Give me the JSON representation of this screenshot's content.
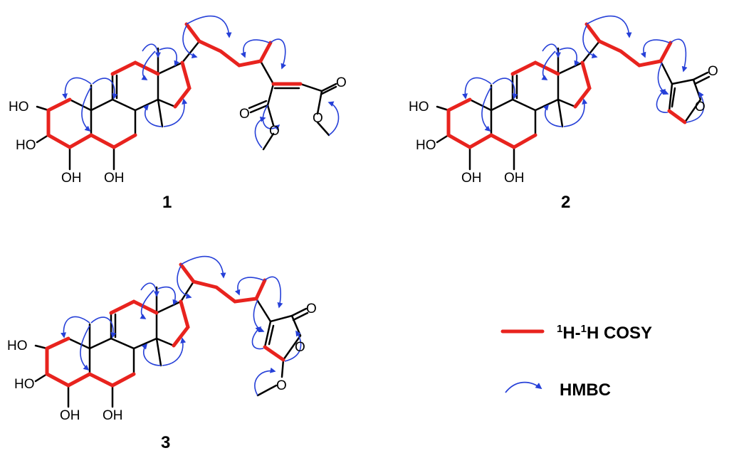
{
  "compounds": [
    {
      "label": "1",
      "atoms": {
        "oh1": "HO",
        "oh2": "HO",
        "oh3": "OH",
        "oh4": "OH",
        "o1": "O",
        "o2": "O",
        "o3": "O",
        "o4": "O"
      }
    },
    {
      "label": "2",
      "atoms": {
        "oh1": "HO",
        "oh2": "HO",
        "oh3": "OH",
        "oh4": "OH",
        "o1": "O",
        "o2": "O"
      }
    },
    {
      "label": "3",
      "atoms": {
        "oh1": "HO",
        "oh2": "HO",
        "oh3": "OH",
        "oh4": "OH",
        "o1": "O",
        "o2": "O",
        "o3": "O"
      }
    }
  ],
  "legend": {
    "cosy": {
      "sup1": "1",
      "h1": "H-",
      "sup2": "1",
      "h2": "H COSY"
    },
    "hmbc": {
      "label": "HMBC"
    }
  },
  "colors": {
    "bond": "#000000",
    "cosy": "#e8231e",
    "hmbc": "#2640d8"
  },
  "icons": {
    "hmbc_arrow": "curved-arrow-icon",
    "cosy_bond": "thick-line-icon"
  }
}
